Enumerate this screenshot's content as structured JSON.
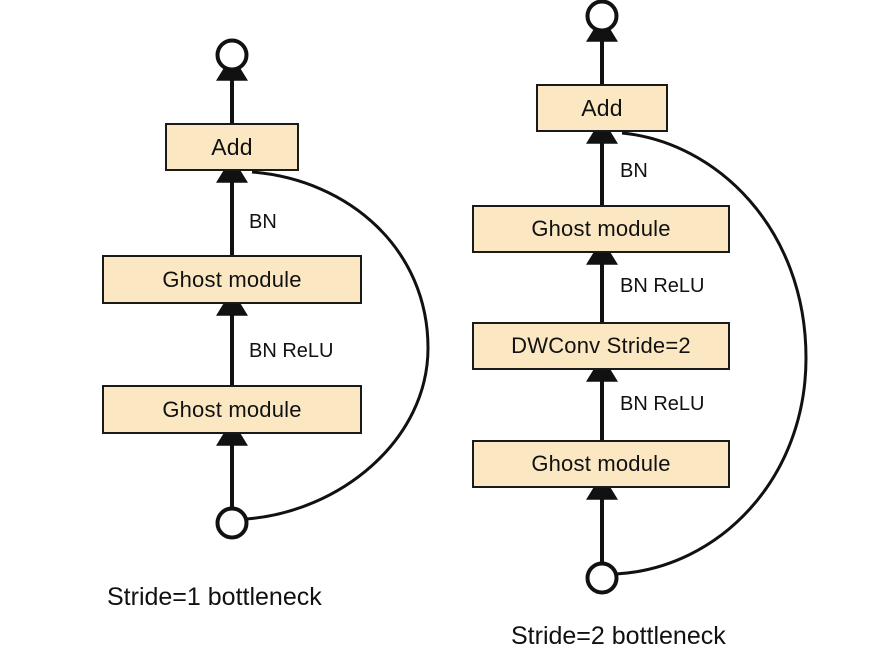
{
  "figure": {
    "background_color": "#ffffff",
    "box_fill_color": "#fbe8c3",
    "box_border_color": "#1a1a1a",
    "line_color": "#111111"
  },
  "diagrams": [
    {
      "id": "stride1",
      "caption": "Stride=1 bottleneck",
      "endpoints": [
        {
          "name": "output-terminal",
          "shape": "circle"
        },
        {
          "name": "input-terminal",
          "shape": "circle"
        }
      ],
      "blocks": [
        {
          "label": "Add"
        },
        {
          "label": "Ghost module"
        },
        {
          "label": "Ghost module"
        }
      ],
      "edge_labels": [
        {
          "label": "BN"
        },
        {
          "label": "BN ReLU"
        }
      ],
      "skip_connection": "identity shortcut from input terminal to Add"
    },
    {
      "id": "stride2",
      "caption": "Stride=2 bottleneck",
      "endpoints": [
        {
          "name": "output-terminal",
          "shape": "circle"
        },
        {
          "name": "input-terminal",
          "shape": "circle"
        }
      ],
      "blocks": [
        {
          "label": "Add"
        },
        {
          "label": "Ghost module"
        },
        {
          "label": "DWConv Stride=2"
        },
        {
          "label": "Ghost module"
        }
      ],
      "edge_labels": [
        {
          "label": "BN"
        },
        {
          "label": "BN ReLU"
        },
        {
          "label": "BN ReLU"
        }
      ],
      "skip_connection": "identity shortcut from input terminal to Add"
    }
  ]
}
